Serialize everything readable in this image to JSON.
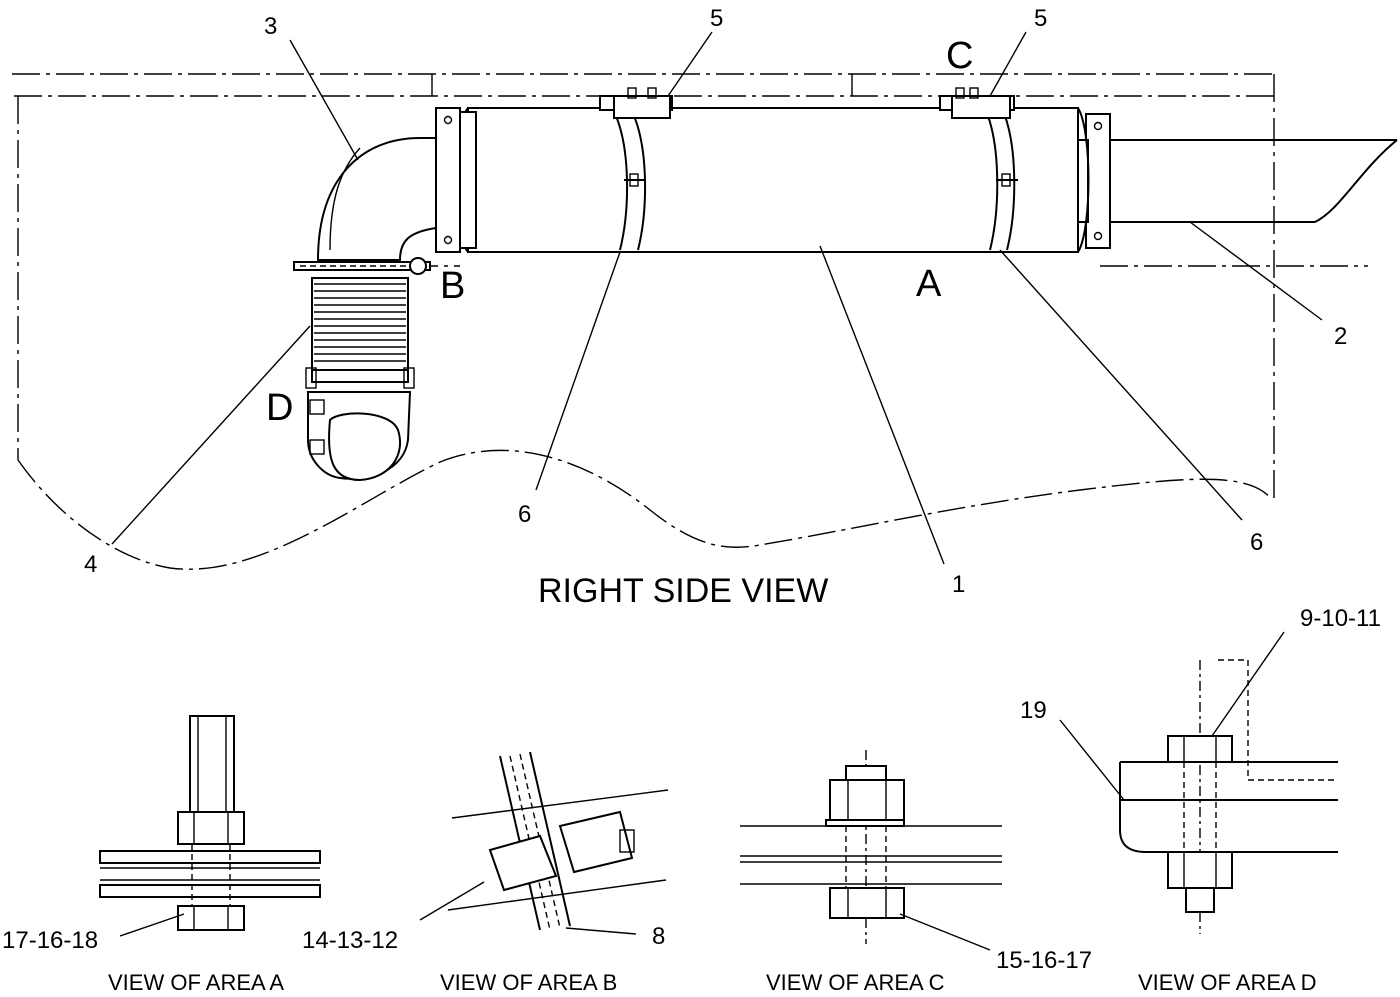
{
  "main_view": {
    "title": "RIGHT SIDE VIEW",
    "area_letters": {
      "a": "A",
      "b": "B",
      "c": "C",
      "d": "D"
    },
    "callouts": {
      "muffler": "1",
      "exhaust_pipe": "2",
      "elbow": "3",
      "bellows": "4",
      "clamp_left": "5",
      "clamp_right": "5",
      "strap_left": "6",
      "strap_right": "6"
    }
  },
  "detail_views": [
    {
      "caption": "VIEW OF AREA A",
      "callout": "17-16-18"
    },
    {
      "caption": "VIEW OF AREA B",
      "callout": "14-13-12",
      "callout2": "8"
    },
    {
      "caption": "VIEW OF AREA C",
      "callout": "15-16-17"
    },
    {
      "caption": "VIEW OF AREA D",
      "callout": "9-10-11",
      "callout2": "19"
    }
  ]
}
